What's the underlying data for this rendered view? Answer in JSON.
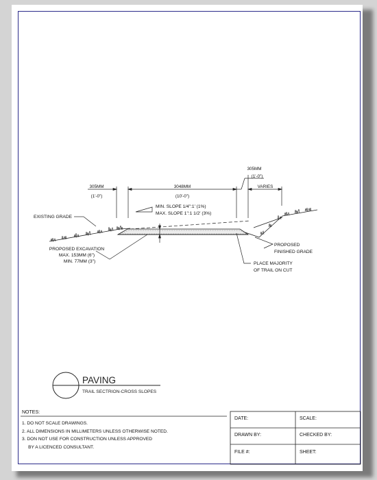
{
  "drawing": {
    "title": "PAVING",
    "subtitle": "TRAIL SECTRION-CROSS SLOPES"
  },
  "dimensions": {
    "left_mm": "305MM",
    "left_ft": "(1'-0\")",
    "center_mm": "3048MM",
    "center_ft": "(10'-0\")",
    "right_mm": "305MM",
    "right_ft": "(1'-0\")",
    "varies": "VARIES"
  },
  "slope": {
    "min": "MIN. SLOPE 1/4\":1' (1%)",
    "max": "MAX. SLOPE 1\":1 1/2' (3%)"
  },
  "callouts": {
    "existing_grade": "EXISTING GRADE",
    "excavation_1": "PROPOSED EXCAVATION",
    "excavation_2": "MAX. 153MM (6\")",
    "excavation_3": "MIN. 77MM (3\")",
    "finished_1": "PROPOSED",
    "finished_2": "FINISHED GRADE",
    "majority_1": "PLACE MAJORITY",
    "majority_2": "OF TRAIL ON CUT"
  },
  "notes": {
    "heading": "NOTES:",
    "items": [
      "1.  DO NOT SCALE DRAWINGS.",
      "2.  ALL DIMENSIONS IN MILLIMETERS UNLESS OTHERWISE NOTED.",
      "3. DON NOT USE FOR CONSTRUCTION UNLESS APPROVED",
      "     BY A LICENCED CONSULTANT."
    ]
  },
  "title_block": {
    "date": "DATE:",
    "scale": "SCALE:",
    "drawn_by": "DRAWN BY:",
    "checked_by": "CHECKED BY:",
    "file": "FILE #:",
    "sheet": "SHEET:"
  }
}
